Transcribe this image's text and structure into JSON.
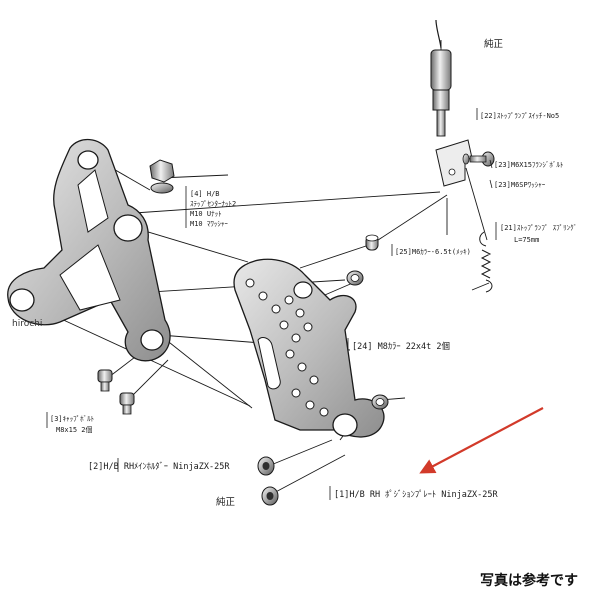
{
  "labels": {
    "stock_top": "純正",
    "stop_lamp_switch": "[22]ｽﾄｯﾌﾟﾗﾝﾌﾟｽｲｯﾁ-No5",
    "flange_bolt": "[23]M6X15ﾌﾗﾝｼﾞﾎﾞﾙﾄ",
    "sp_washer": "[23]M6SPﾜｯｼｬｰ",
    "nut_washer_line1": "[4] H/B",
    "nut_washer_line2": "ｽﾃｯﾌﾟｾﾝﾀｰﾅｯﾄ2",
    "nut_washer_line3": "M10 Uﾅｯﾄ",
    "nut_washer_line4": "M10 ﾏﾜｯｼｬｰ",
    "collar_small": "[25]M6ｶﾗｰ-6.5t(ﾒｯｷ)",
    "spring_line1": "[21]ｽﾄｯﾌﾟﾗﾝﾌﾟ ｽﾌﾟﾘﾝｸﾞ",
    "spring_line2": "L=75mm",
    "collar_m8": "[24] M8ｶﾗｰ 22x4t 2個",
    "cap_bolt_line1": "[3]ｷｬｯﾌﾟﾎﾞﾙﾄ",
    "cap_bolt_line2": "M8x15 2個",
    "main_holder": "[2]H/B RHﾒｲﾝﾎﾙﾀﾞｰ NinjaZX-25R",
    "stock_bottom": "純正",
    "position_plate": "[1]H/B RH ﾎﾟｼﾞｼｮﾝﾌﾟﾚｰﾄ NinjaZX-25R"
  },
  "watermark": "hirochi",
  "note": "写真は参考です",
  "colors": {
    "line": "#1a1a1a",
    "arrow": "#d23a2a",
    "metal_dark": "#505050",
    "metal_light": "#d8d8d8"
  }
}
